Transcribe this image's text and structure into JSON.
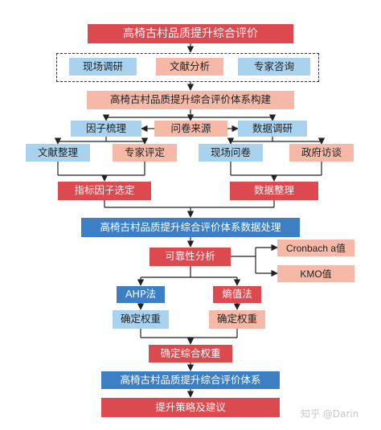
{
  "title": "高椅古村品质提升综合评价",
  "methods": [
    "现场调研",
    "文献分析",
    "专家咨询"
  ],
  "construction": "高椅古村品质提升综合评价体系构建",
  "branches": {
    "factor_sorting": "因子梳理",
    "questionnaire_source": "问卷来源",
    "data_research": "数据调研"
  },
  "sub_items": {
    "literature_review": "文献整理",
    "expert_evaluation": "专家评定",
    "field_questionnaire": "现场问卷",
    "government_interview": "政府访谈"
  },
  "results": {
    "indicator_selection": "指标因子选定",
    "data_organizing": "数据整理"
  },
  "processing": "高椅古村品质提升综合评价体系数据处理",
  "reliability": {
    "label": "可靠性分析",
    "cronbach": "Cronbach a值",
    "kmo": "KMO值"
  },
  "weighting": {
    "ahp": "AHP法",
    "entropy": "熵值法",
    "determine_weight_left": "确定权重",
    "determine_weight_right": "确定权重",
    "combined": "确定综合权重"
  },
  "final_system": "高椅古村品质提升综合评价体系",
  "strategy": "提升策略及建议",
  "watermark": "知乎 @Darin"
}
